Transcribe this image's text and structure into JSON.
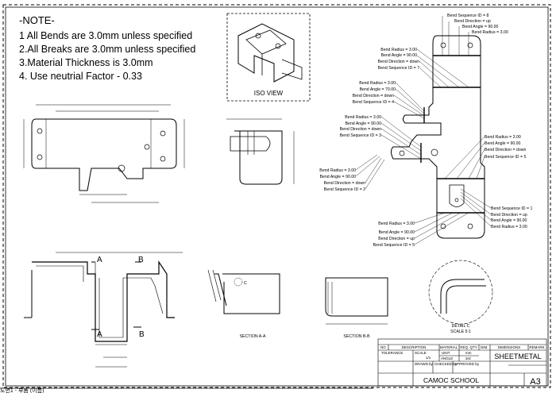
{
  "notes": {
    "title": "-NOTE-",
    "items": [
      "1 All Bends are 3.0mm unless specified",
      "2.All Breaks are 3.0mm unless specified",
      "3.Material Thickness is 3.0mm",
      "4. Use neutrial Factor - 0.33"
    ]
  },
  "views": {
    "iso": "ISO VIEW",
    "section_aa": "SECTION A-A",
    "section_bb": "SECTION B-B",
    "detail": "DETAIL C",
    "detail_scale": "SCALE 5:1",
    "cut_a": "A",
    "cut_b": "B",
    "detail_mark": "C"
  },
  "bend_notes": [
    [
      "Bend Sequence ID = 8",
      "Bend Direction = up",
      "Bend Angle = 90.00",
      "Bend Radius = 3.00"
    ],
    [
      "Bend Radius = 3.00",
      "Bend Angle = 90.00",
      "Bend Direction = down",
      "Bend Sequence ID = 7"
    ],
    [
      "Bend Radius = 3.00",
      "Bend Angle = 70.00",
      "Bend Direction = down",
      "Bend Sequence ID = 4"
    ],
    [
      "Bend Radius = 3.00",
      "Bend Angle = 90.00",
      "Bend Direction = down",
      "Bend Sequence ID = 3"
    ],
    [
      "Bend Radius = 3.00",
      "Bend Angle = 90.00",
      "Bend Direction = down",
      "Bend Sequence ID = 5"
    ],
    [
      "Bend Radius = 3.00",
      "Bend Angle = 90.00",
      "Bend Direction = down",
      "Bend Sequence ID = 2"
    ],
    [
      "Bend Sequence ID = 1",
      "Bend Direction = up",
      "Bend Angle = 90.00",
      "Bend Radius = 3.00"
    ],
    [
      "Bend Radius = 3.00",
      "Bend Angle = 90.00",
      "Bend Direction = up",
      "Bend Sequence ID = 5"
    ]
  ],
  "title_block": {
    "no": "NO",
    "description": "DESCRIPTION",
    "material": "MATERIAL",
    "req_qty": "REQ. QTY",
    "dim": "DIM.",
    "dimensions": "DIMENSIONS",
    "remark": "REMARK",
    "tolerance": "TOLERANCE",
    "scale_label": "SCALE",
    "scale": "1/1",
    "unit_label": "UNIT",
    "unit": "mm",
    "angle_label": "ANGLE",
    "angle": "3rd",
    "name": "SHEETMETAL",
    "drawn": "DRAWN by",
    "checked": "CHECKED by",
    "approved": "APPROVED by",
    "school": "CAMOC SCHOOL",
    "sheet": "A3"
  },
  "footer": "도면1 - 부품 (이름)"
}
